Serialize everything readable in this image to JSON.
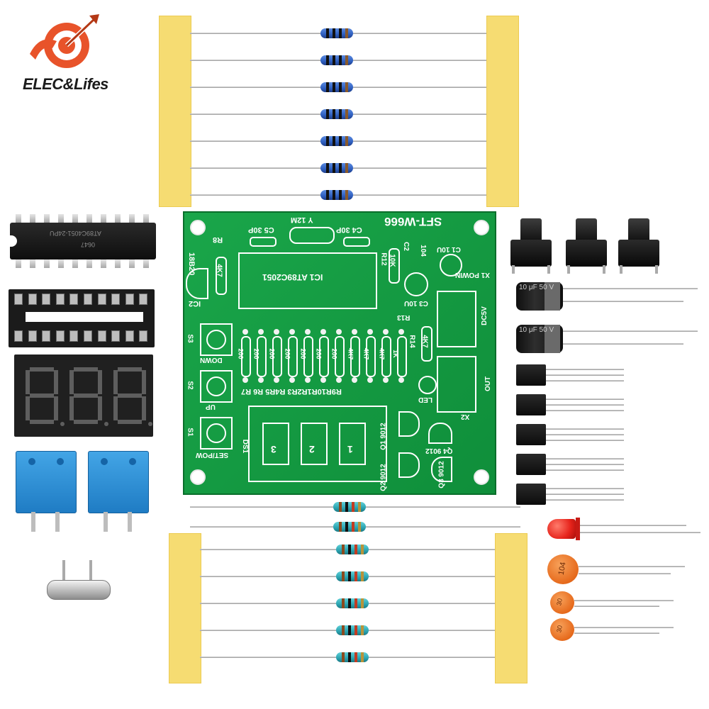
{
  "logo": {
    "brand": "ELEC&Lifes",
    "icon": "target-arrow-icon",
    "color": "#e8532a"
  },
  "board": {
    "model": "SFT-W666",
    "crystal_label": "Y 12M",
    "cap_c5": "C5 30P",
    "cap_c4": "C4 30P",
    "r8": "R8",
    "sensor": "18B20",
    "ic2": "IC2",
    "r8_value": "4K7",
    "ic1": "IC1 AT89C2051",
    "r12": "R12",
    "r12_value": "10K",
    "c2": "C2",
    "c2_value": "104",
    "c1": "C1 10U",
    "c3": "C3 10U",
    "r13": "R13",
    "r14": "R14",
    "r14_value": "4K7",
    "power_in": "X1 POWIN",
    "power_in_dc": "DC5V",
    "out_label": "OUT",
    "x2": "X2",
    "led_label": "LED",
    "resistor_row_values": [
      "200",
      "200",
      "200",
      "200",
      "200",
      "200",
      "200",
      "4K7",
      "4K7",
      "4K7",
      "1K"
    ],
    "resistor_row_labels": "R9R10R1R2R3 R4R5 R6 R7",
    "s3": "S3",
    "s3_label": "DOWN",
    "s2": "S2",
    "s2_label": "UP",
    "s1": "S1",
    "s1_label": "SET/POW",
    "ds1": "DS1",
    "digits": [
      "3",
      "2",
      "1"
    ],
    "q1": "Q1 9012",
    "q2": "Q2 9012",
    "q3": "Q3 9012",
    "q4": "Q4 9012"
  },
  "chip": {
    "marking_line1": "AT89C4051-24PU",
    "marking_line2": "0647"
  },
  "colors": {
    "pcb_green": "#159a44",
    "tape_yellow": "#f6dc72",
    "terminal_blue": "#2b8fd6",
    "segment_red": "#5a5a5a",
    "led_red": "#e6231b",
    "ceramic_orange": "#e66a1c"
  },
  "capacitors": {
    "electrolytic_marking": "10 μF 50 V",
    "ceramic_1": "104",
    "ceramic_2": "30",
    "ceramic_3": "30"
  }
}
